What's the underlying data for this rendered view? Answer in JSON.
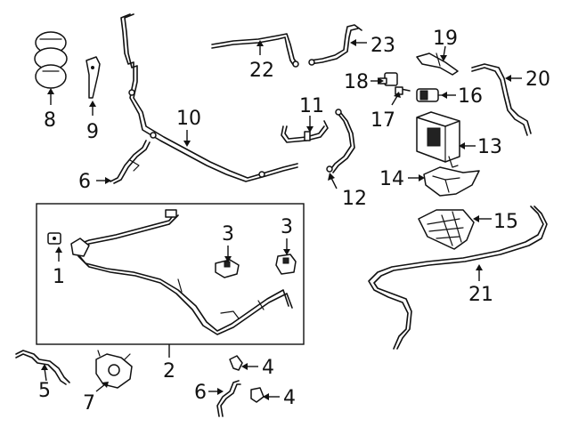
{
  "diagram": {
    "callouts": {
      "c1": "1",
      "c2": "2",
      "c3a": "3",
      "c3b": "3",
      "c4a": "4",
      "c4b": "4",
      "c5": "5",
      "c6a": "6",
      "c6b": "6",
      "c7": "7",
      "c8": "8",
      "c9": "9",
      "c10": "10",
      "c11": "11",
      "c12": "12",
      "c13": "13",
      "c14": "14",
      "c15": "15",
      "c16": "16",
      "c17": "17",
      "c18": "18",
      "c19": "19",
      "c20": "20",
      "c21": "21",
      "c22": "22",
      "c23": "23"
    }
  }
}
